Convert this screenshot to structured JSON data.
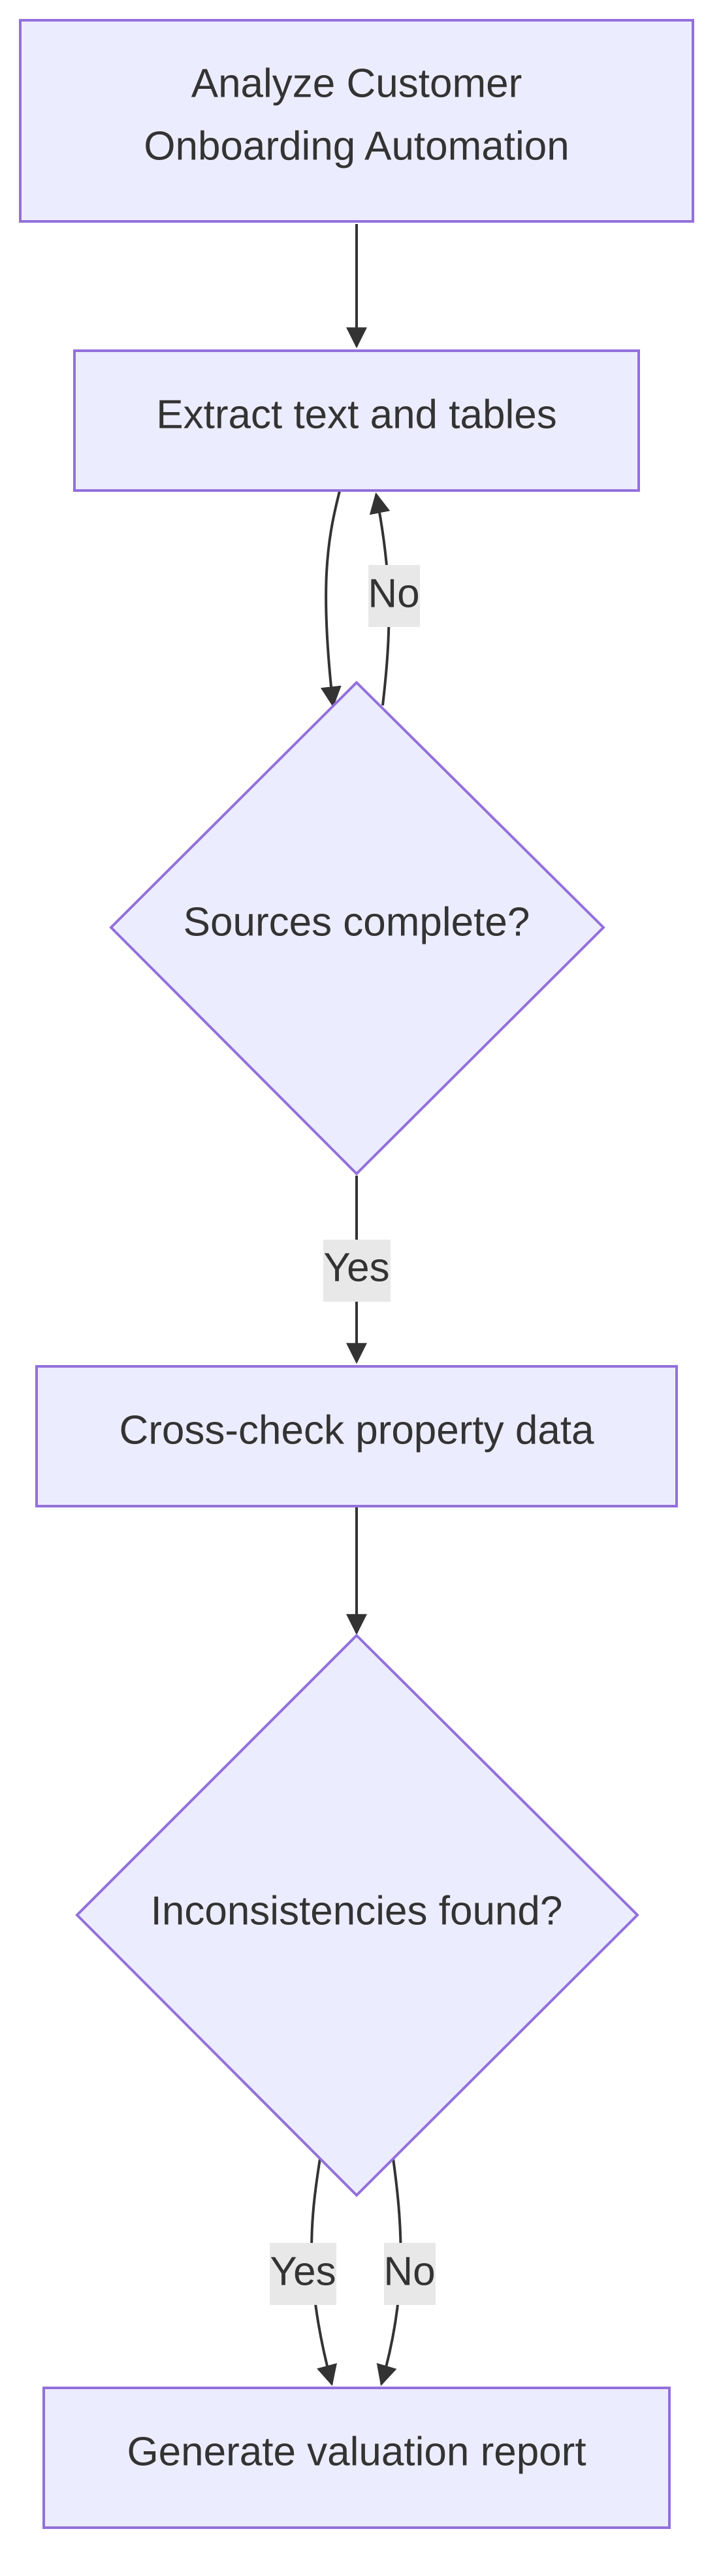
{
  "diagram": {
    "nodes": {
      "analyze": {
        "line1": "Analyze Customer",
        "line2": "Onboarding Automation"
      },
      "extract": {
        "label": "Extract text and tables"
      },
      "sources_decision": {
        "label": "Sources complete?"
      },
      "crosscheck": {
        "label": "Cross-check property data"
      },
      "inconsistency_decision": {
        "label": "Inconsistencies found?"
      },
      "report": {
        "label": "Generate valuation report"
      }
    },
    "edge_labels": {
      "sources_no": "No",
      "sources_yes": "Yes",
      "inconsistency_yes": "Yes",
      "inconsistency_no": "No"
    },
    "colors": {
      "node_fill": "#ececff",
      "node_stroke": "#9370db",
      "edge": "#333333",
      "label_bg": "#e8e8e8"
    }
  }
}
